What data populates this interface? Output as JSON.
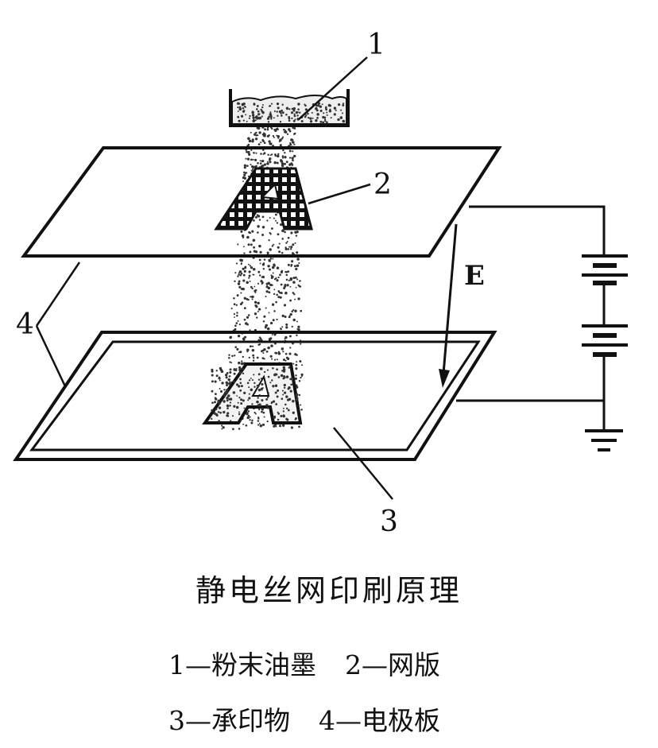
{
  "diagram": {
    "title": "静电丝网印刷原理",
    "callouts": [
      "1",
      "2",
      "3",
      "4"
    ],
    "field_label": "E",
    "plate_letter": "A",
    "legend": [
      [
        {
          "num": "1",
          "sep": "—",
          "text": "粉末油墨"
        },
        {
          "num": "2",
          "sep": "—",
          "text": "网版"
        }
      ],
      [
        {
          "num": "3",
          "sep": "—",
          "text": "承印物"
        },
        {
          "num": "4",
          "sep": "—",
          "text": "电极板"
        }
      ]
    ]
  }
}
